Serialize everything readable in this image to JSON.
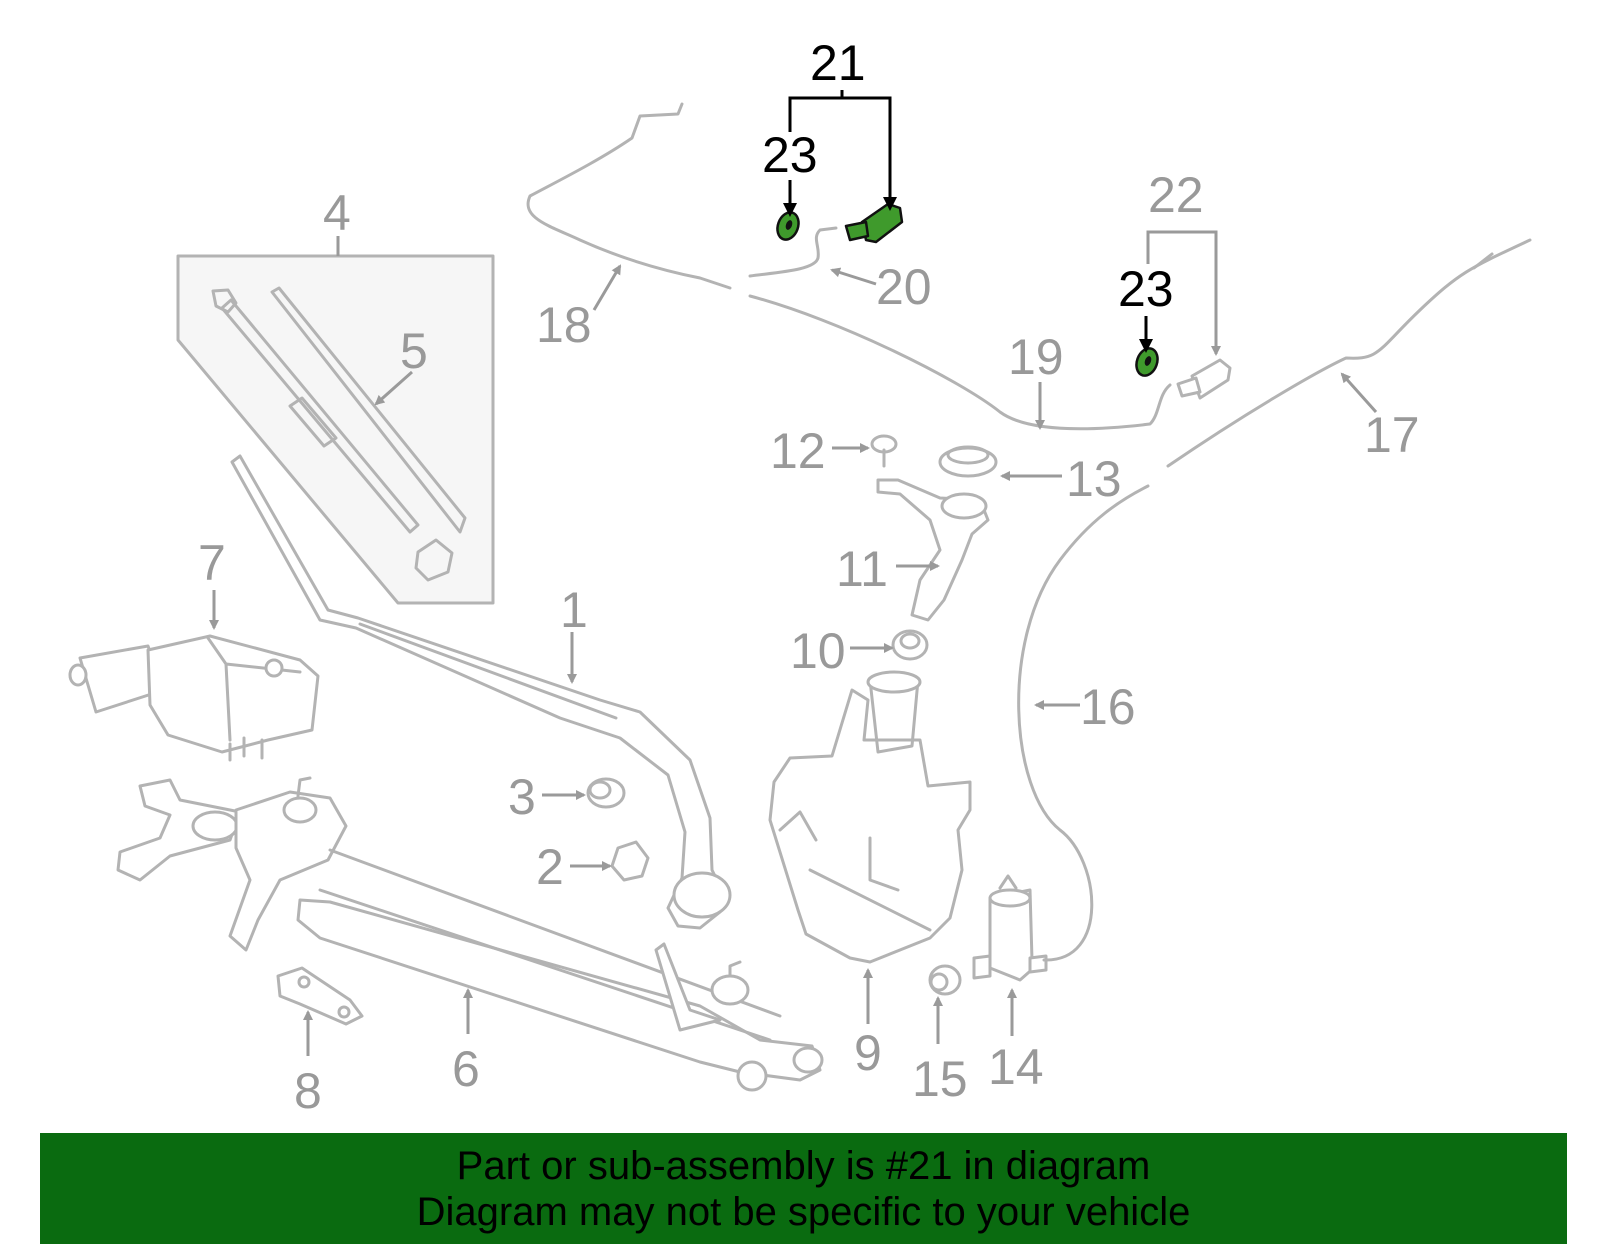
{
  "diagram": {
    "callouts": [
      {
        "id": "1",
        "text": "1",
        "highlighted": false
      },
      {
        "id": "2",
        "text": "2",
        "highlighted": false
      },
      {
        "id": "3",
        "text": "3",
        "highlighted": false
      },
      {
        "id": "4",
        "text": "4",
        "highlighted": false
      },
      {
        "id": "5",
        "text": "5",
        "highlighted": false
      },
      {
        "id": "6",
        "text": "6",
        "highlighted": false
      },
      {
        "id": "7",
        "text": "7",
        "highlighted": false
      },
      {
        "id": "8",
        "text": "8",
        "highlighted": false
      },
      {
        "id": "9",
        "text": "9",
        "highlighted": false
      },
      {
        "id": "10",
        "text": "10",
        "highlighted": false
      },
      {
        "id": "11",
        "text": "11",
        "highlighted": false
      },
      {
        "id": "12",
        "text": "12",
        "highlighted": false
      },
      {
        "id": "13",
        "text": "13",
        "highlighted": false
      },
      {
        "id": "14",
        "text": "14",
        "highlighted": false
      },
      {
        "id": "15",
        "text": "15",
        "highlighted": false
      },
      {
        "id": "16",
        "text": "16",
        "highlighted": false
      },
      {
        "id": "17",
        "text": "17",
        "highlighted": false
      },
      {
        "id": "18",
        "text": "18",
        "highlighted": false
      },
      {
        "id": "19",
        "text": "19",
        "highlighted": false
      },
      {
        "id": "20",
        "text": "20",
        "highlighted": false
      },
      {
        "id": "21",
        "text": "21",
        "highlighted": true
      },
      {
        "id": "22",
        "text": "22",
        "highlighted": false
      },
      {
        "id": "23a",
        "text": "23",
        "highlighted": true
      },
      {
        "id": "23b",
        "text": "23",
        "highlighted": true
      }
    ],
    "colors": {
      "part_line": "#b3b3b3",
      "callout_gray": "#999999",
      "callout_highlight": "#000000",
      "highlight_part": "#3f9a2c",
      "banner_bg": "#0a6b10"
    }
  },
  "banner": {
    "line1": "Part or sub-assembly is #21 in diagram",
    "line2": "Diagram may not be specific to your vehicle"
  }
}
